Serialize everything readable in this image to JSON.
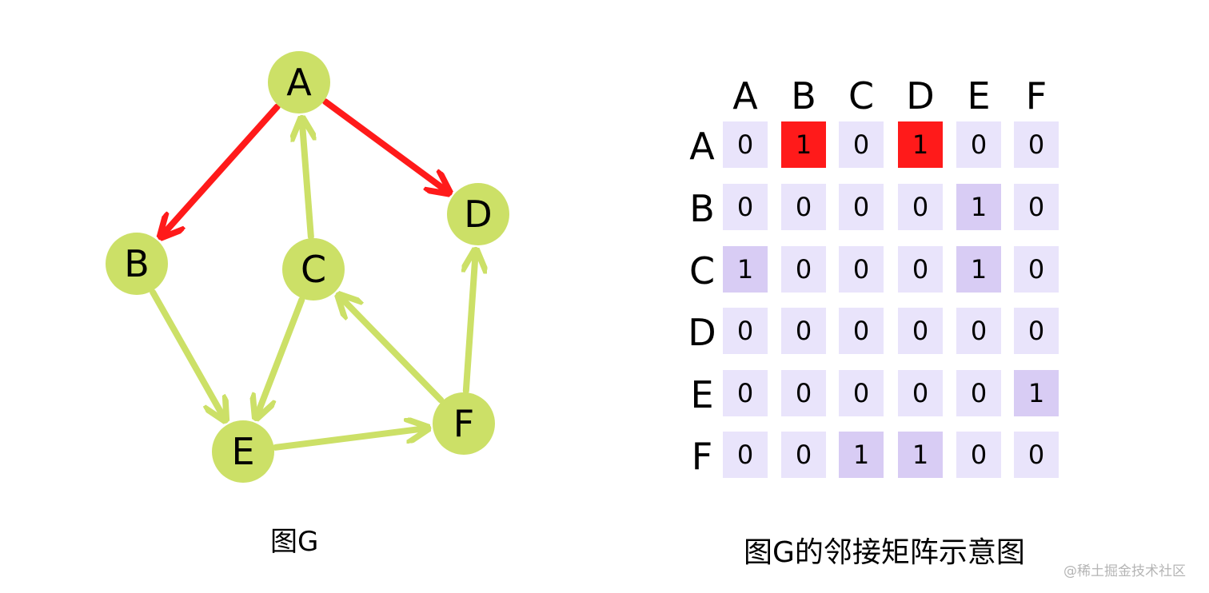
{
  "colors": {
    "node_fill": "#cce067",
    "edge_default": "#cce067",
    "edge_highlight": "#ff1a1a",
    "cell_zero": "#e9e4fb",
    "cell_one": "#d8ccf4",
    "cell_highlight": "#ff1a1a"
  },
  "graph": {
    "caption": "图G",
    "nodes": [
      {
        "id": "A",
        "label": "A"
      },
      {
        "id": "B",
        "label": "B"
      },
      {
        "id": "C",
        "label": "C"
      },
      {
        "id": "D",
        "label": "D"
      },
      {
        "id": "E",
        "label": "E"
      },
      {
        "id": "F",
        "label": "F"
      }
    ],
    "edges": [
      {
        "from": "A",
        "to": "B",
        "highlight": true
      },
      {
        "from": "A",
        "to": "D",
        "highlight": true
      },
      {
        "from": "C",
        "to": "A",
        "highlight": false
      },
      {
        "from": "C",
        "to": "E",
        "highlight": false
      },
      {
        "from": "B",
        "to": "E",
        "highlight": false
      },
      {
        "from": "E",
        "to": "F",
        "highlight": false
      },
      {
        "from": "F",
        "to": "C",
        "highlight": false
      },
      {
        "from": "F",
        "to": "D",
        "highlight": false
      }
    ]
  },
  "matrix": {
    "caption": "图G的邻接矩阵示意图",
    "col_headers": [
      "A",
      "B",
      "C",
      "D",
      "E",
      "F"
    ],
    "row_headers": [
      "A",
      "B",
      "C",
      "D",
      "E",
      "F"
    ],
    "values": [
      [
        "0",
        "1",
        "0",
        "1",
        "0",
        "0"
      ],
      [
        "0",
        "0",
        "0",
        "0",
        "1",
        "0"
      ],
      [
        "1",
        "0",
        "0",
        "0",
        "1",
        "0"
      ],
      [
        "0",
        "0",
        "0",
        "0",
        "0",
        "0"
      ],
      [
        "0",
        "0",
        "0",
        "0",
        "0",
        "1"
      ],
      [
        "0",
        "0",
        "1",
        "1",
        "0",
        "0"
      ]
    ],
    "highlighted": [
      [
        0,
        1
      ],
      [
        0,
        3
      ]
    ]
  },
  "watermark": "@稀土掘金技术社区"
}
